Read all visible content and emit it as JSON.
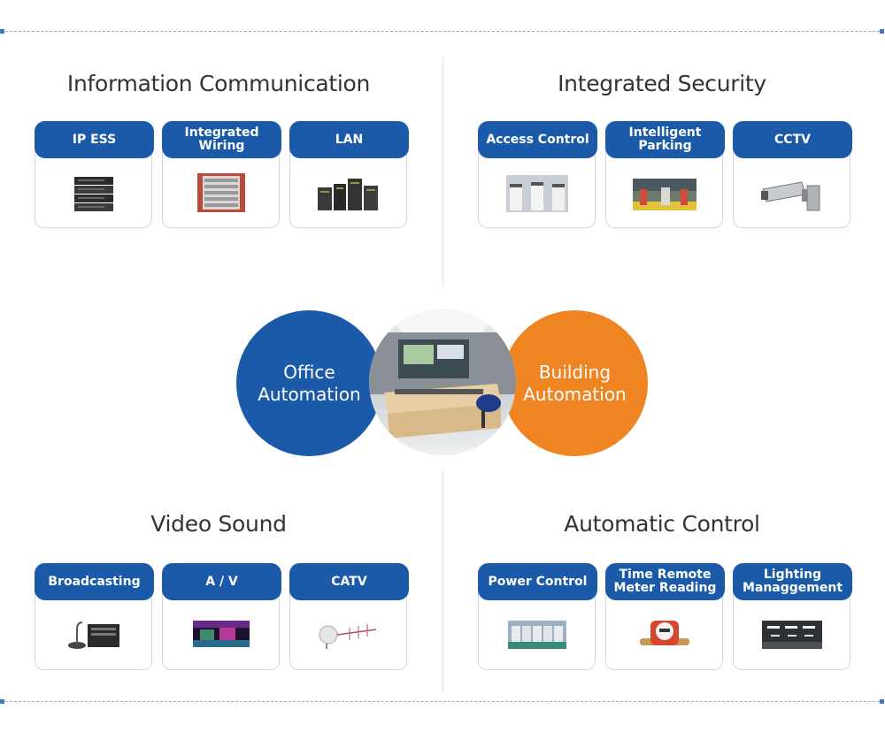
{
  "sections": {
    "info_comm": {
      "title": "Information Communication",
      "cards": [
        {
          "label": "IP ESS",
          "image": "rack-server-image"
        },
        {
          "label": "Integrated\nWiring",
          "image": "patch-panel-image"
        },
        {
          "label": "LAN",
          "image": "network-switches-image"
        }
      ]
    },
    "security": {
      "title": "Integrated Security",
      "cards": [
        {
          "label": "Access Control",
          "image": "turnstile-gates-image"
        },
        {
          "label": "Intelligent\nParking",
          "image": "parking-barrier-image"
        },
        {
          "label": "CCTV",
          "image": "cctv-camera-image"
        }
      ]
    },
    "video_sound": {
      "title": "Video Sound",
      "cards": [
        {
          "label": "Broadcasting",
          "image": "broadcast-console-image"
        },
        {
          "label": "A / V",
          "image": "stage-lighting-image"
        },
        {
          "label": "CATV",
          "image": "satellite-antenna-image"
        }
      ]
    },
    "auto_control": {
      "title": "Automatic Control",
      "cards": [
        {
          "label": "Power Control",
          "image": "power-switchgear-image"
        },
        {
          "label": "Time Remote\nMeter Reading",
          "image": "water-meter-image"
        },
        {
          "label": "Lighting\nManaggement",
          "image": "ceiling-lights-image"
        }
      ]
    }
  },
  "center": {
    "left_circle": "Office\nAutomation",
    "right_circle": "Building\nAutomation",
    "middle_image": "control-room-image"
  },
  "colors": {
    "primary_blue": "#1a5aa8",
    "orange": "#ef8423"
  }
}
